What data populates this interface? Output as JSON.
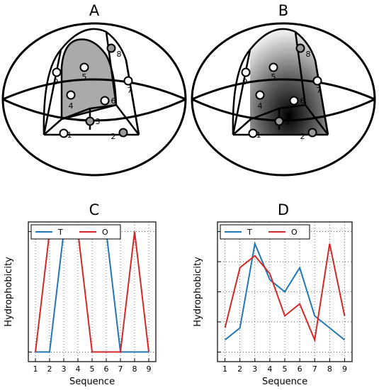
{
  "panels": {
    "a": {
      "label": "A"
    },
    "b": {
      "label": "B"
    },
    "c": {
      "label": "C"
    },
    "d": {
      "label": "D"
    }
  },
  "diagram": {
    "points": [
      {
        "label": "1",
        "fill": "white"
      },
      {
        "label": "2",
        "fill": "gray"
      },
      {
        "label": "3",
        "fill": "gray"
      },
      {
        "label": "4",
        "fill": "white"
      },
      {
        "label": "5",
        "fill": "white"
      },
      {
        "label": "6",
        "fill": "white"
      },
      {
        "label": "7",
        "fill": "white"
      },
      {
        "label": "8",
        "fill": "gray"
      },
      {
        "label": "9",
        "fill": "white"
      }
    ],
    "colors": {
      "region_fill": "#aaaaaa",
      "gray_point": "#999999",
      "outline": "#000000"
    }
  },
  "chart_data": [
    {
      "type": "line",
      "panel": "C",
      "xlabel": "Sequence",
      "ylabel": "Hydrophobicity",
      "x": [
        1,
        2,
        3,
        4,
        5,
        6,
        7,
        8,
        9
      ],
      "xlim": [
        0.5,
        9.5
      ],
      "ylim": [
        -0.08,
        1.08
      ],
      "grid": true,
      "legend_position": "top-left",
      "series": [
        {
          "name": "T",
          "color": "#1f77b4",
          "values": [
            0,
            0,
            1,
            1,
            1,
            1,
            0,
            0,
            0
          ]
        },
        {
          "name": "O",
          "color": "#d62728",
          "values": [
            0,
            1,
            1,
            1,
            0,
            0,
            0,
            1,
            0
          ]
        }
      ]
    },
    {
      "type": "line",
      "panel": "D",
      "xlabel": "Sequence",
      "ylabel": "Hydrophobicity",
      "x": [
        1,
        2,
        3,
        4,
        5,
        6,
        7,
        8,
        9
      ],
      "xlim": [
        0.5,
        9.5
      ],
      "ylim": [
        -0.08,
        1.08
      ],
      "grid": true,
      "legend_position": "top-left",
      "series": [
        {
          "name": "T",
          "color": "#1f77b4",
          "values": [
            0.1,
            0.2,
            0.9,
            0.6,
            0.5,
            0.7,
            0.3,
            0.2,
            0.1
          ]
        },
        {
          "name": "O",
          "color": "#d62728",
          "values": [
            0.2,
            0.7,
            0.8,
            0.65,
            0.3,
            0.4,
            0.1,
            0.9,
            0.3
          ]
        }
      ]
    }
  ]
}
